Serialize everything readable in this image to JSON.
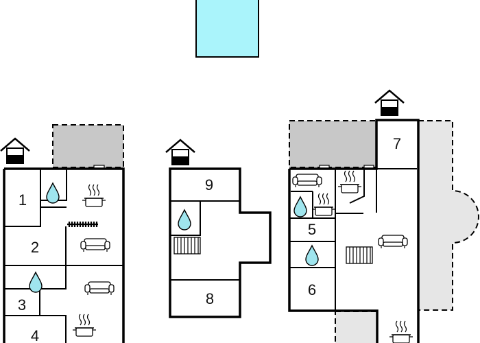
{
  "pool": {
    "color": "#aaf4fb"
  },
  "terrace_color": "#c8c8c8",
  "terrace_light_color": "#e6e6e6",
  "water_color": "#9fe5ee",
  "rooms": {
    "r1": "1",
    "r2": "2",
    "r3": "3",
    "r4": "4",
    "r5": "5",
    "r6": "6",
    "r7": "7",
    "r8": "8",
    "r9": "9"
  },
  "icons": [
    "house-entrance-icon",
    "water-drop-icon",
    "pot-icon",
    "sofa-icon",
    "radiator-icon",
    "stairs-icon"
  ]
}
